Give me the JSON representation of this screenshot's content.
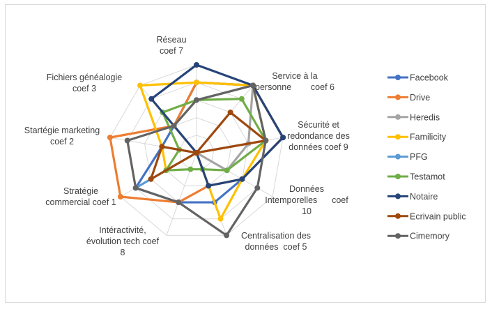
{
  "chart_data": {
    "type": "radar",
    "axes": [
      {
        "lines": [
          "Réseau",
          "coef 7"
        ]
      },
      {
        "lines": [
          "Service à la",
          "personne        coef 6"
        ]
      },
      {
        "lines": [
          "Sécurité et",
          "redondance des",
          "données coef 9"
        ]
      },
      {
        "lines": [
          "Données",
          "Intemporelles      coef",
          "10"
        ]
      },
      {
        "lines": [
          "Centralisation des",
          "données  coef 5"
        ]
      },
      {
        "lines": [
          "Intéractivité,",
          "évolution tech coef",
          "8"
        ]
      },
      {
        "lines": [
          "Stratégie",
          "commercial coef 1"
        ]
      },
      {
        "lines": [
          "Startégie marketing",
          "coef 2"
        ]
      },
      {
        "lines": [
          "Fichiers généalogie",
          "coef 3"
        ]
      }
    ],
    "rmax": 5,
    "rings": 5,
    "series": [
      {
        "name": "Facebook",
        "color": "#4472C4",
        "values": [
          4,
          5,
          5,
          3,
          3,
          3,
          4,
          2,
          2
        ]
      },
      {
        "name": "Drive",
        "color": "#ED7D31",
        "values": [
          4,
          5,
          5,
          3,
          2,
          3,
          5,
          5,
          2
        ]
      },
      {
        "name": "Heredis",
        "color": "#A5A5A5",
        "values": [
          3,
          5,
          3,
          2,
          0,
          0,
          0,
          0,
          2
        ]
      },
      {
        "name": "Familicity",
        "color": "#FFC000",
        "values": [
          4,
          5,
          4,
          3,
          4,
          0,
          2,
          2,
          5
        ]
      },
      {
        "name": "PFG",
        "color": "#5B9BD5",
        "values": [
          0,
          0,
          0,
          0,
          0,
          0,
          4,
          0,
          0
        ]
      },
      {
        "name": "Testamot",
        "color": "#70AD47",
        "values": [
          3,
          4,
          4,
          2,
          1,
          1,
          2,
          1,
          3
        ]
      },
      {
        "name": "Notaire",
        "color": "#264478",
        "values": [
          5,
          5,
          5,
          3,
          2,
          0,
          0,
          0,
          4
        ]
      },
      {
        "name": "Ecrivain public",
        "color": "#9E480E",
        "values": [
          0,
          3,
          4,
          0,
          0,
          0,
          3,
          2,
          0
        ]
      },
      {
        "name": "Cimemory",
        "color": "#636363",
        "values": [
          3,
          5,
          4,
          4,
          5,
          3,
          4,
          4,
          2
        ]
      }
    ],
    "grid": true,
    "legend_position": "right"
  }
}
